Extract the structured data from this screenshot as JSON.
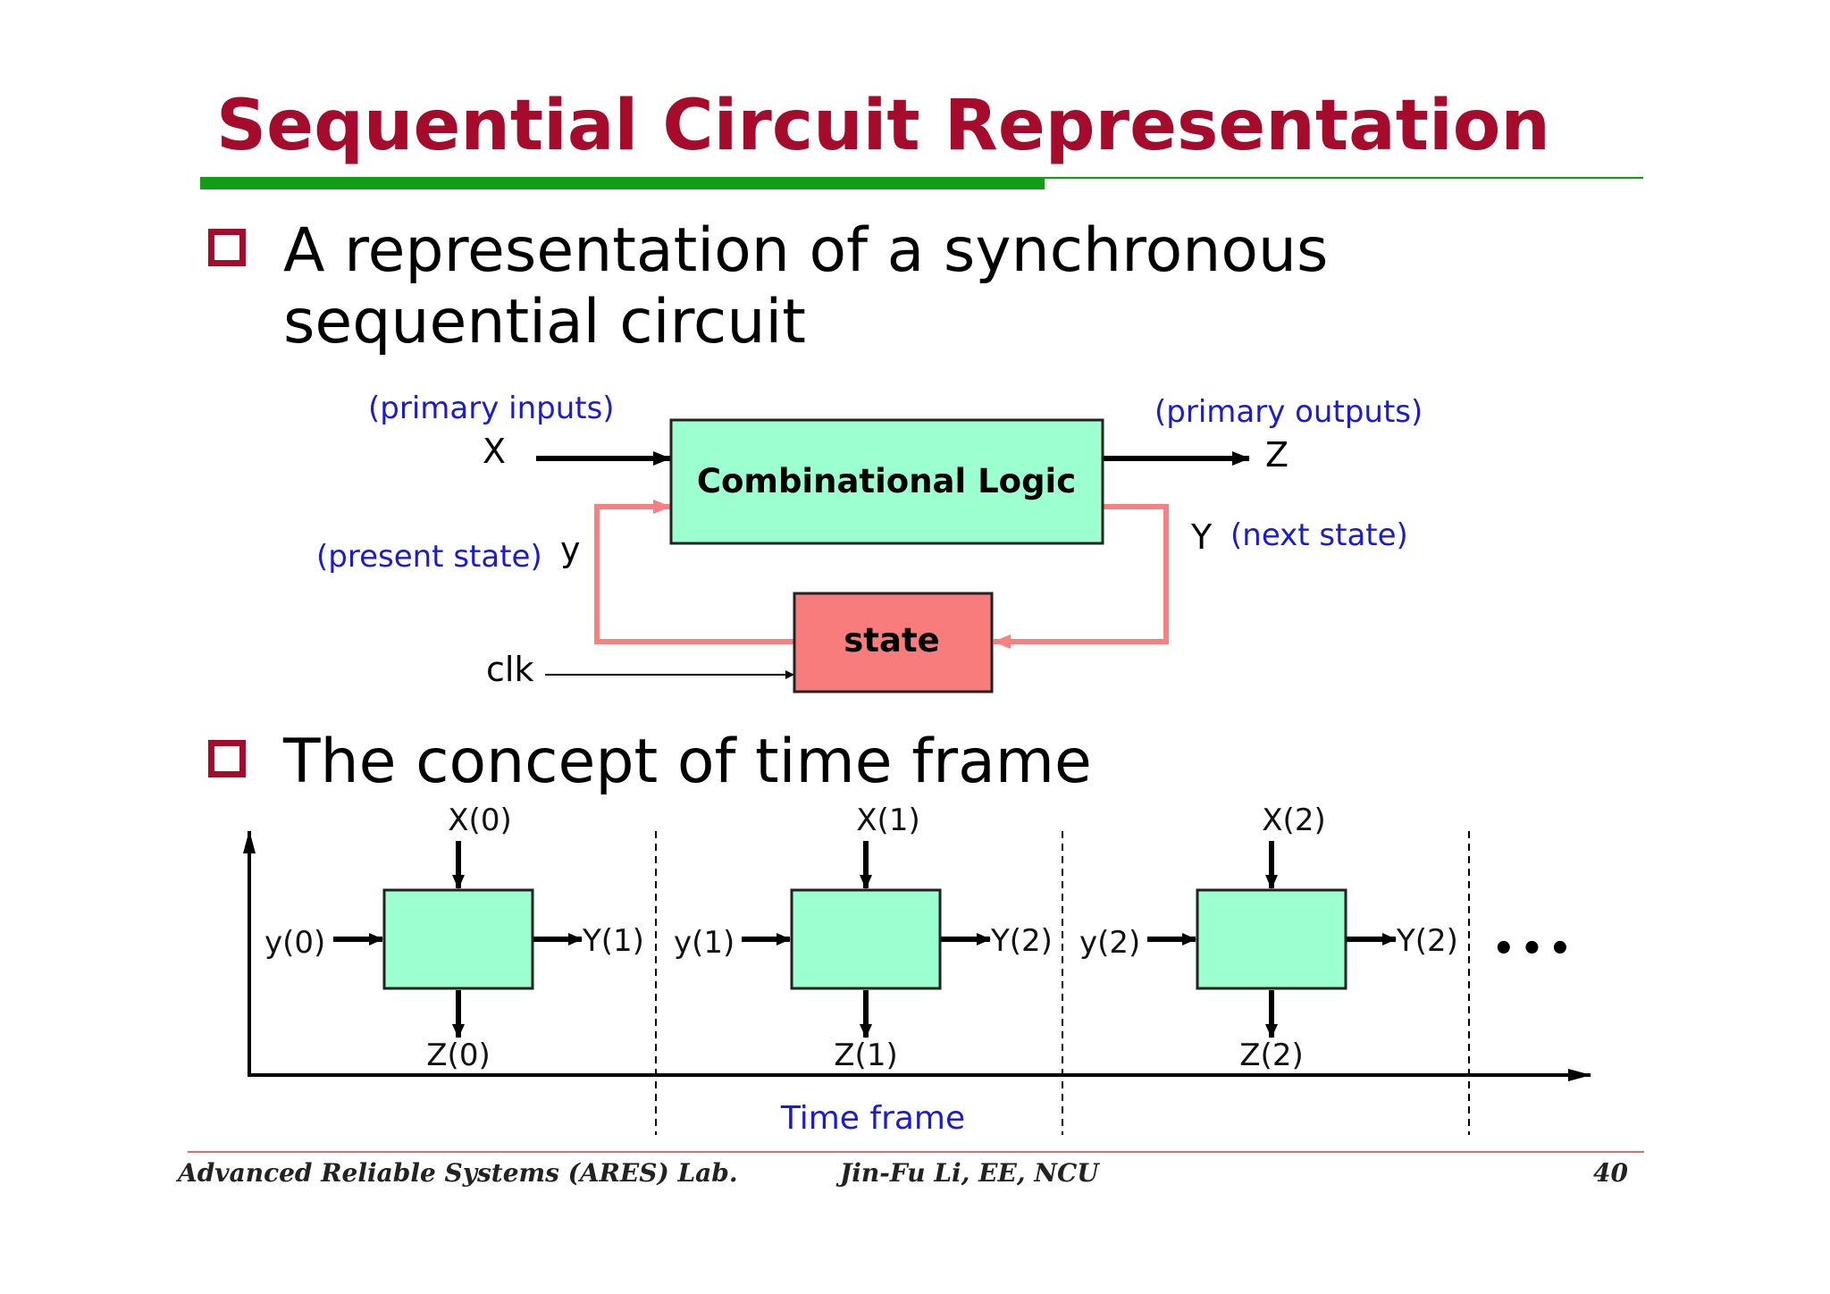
{
  "slide": {
    "title": "Sequential Circuit Representation",
    "bullets": [
      {
        "line1": "A representation of a synchronous",
        "line2": "sequential circuit"
      },
      {
        "line1": "The concept of time frame"
      }
    ]
  },
  "circuit": {
    "primary_inputs_label": "(primary inputs)",
    "primary_outputs_label": "(primary outputs)",
    "input_name": "X",
    "output_name": "Z",
    "present_state_label": "(present state)",
    "present_state_name": "y",
    "next_state_name": "Y",
    "next_state_label": "(next state)",
    "comb_logic_label": "Combinational Logic",
    "state_label": "state",
    "clk_label": "clk"
  },
  "time_frame": {
    "frames": [
      {
        "input": "X(0)",
        "state_in": "y(0)",
        "state_out": "Y(1)",
        "output": "Z(0)"
      },
      {
        "input": "X(1)",
        "state_in": "y(1)",
        "state_out": "Y(2)",
        "output": "Z(1)"
      },
      {
        "input": "X(2)",
        "state_in": "y(2)",
        "state_out": "Y(2)",
        "output": "Z(2)"
      }
    ],
    "axis_label": "Time frame",
    "ellipsis": "•••"
  },
  "footer": {
    "left": "Advanced Reliable Systems (ARES) Lab.",
    "center": "Jin-Fu Li, EE, NCU",
    "page": "40"
  },
  "colors": {
    "title": "#a60b2c",
    "rule": "#139c16",
    "label_blue": "#1a1adb",
    "logic_fill": "#9cffcf",
    "state_fill": "#f97c7c",
    "feedback": "#f78080"
  }
}
